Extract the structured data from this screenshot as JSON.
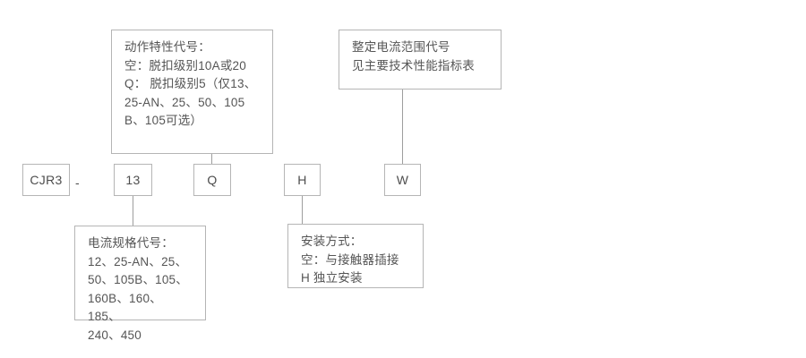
{
  "diagram": {
    "title_code": "CJR3-13QHW",
    "separator": "-",
    "code_boxes": [
      {
        "name": "series",
        "text": "CJR3"
      },
      {
        "name": "current-spec",
        "text": "13"
      },
      {
        "name": "action-characteristic",
        "text": "Q"
      },
      {
        "name": "mounting-type",
        "text": "H"
      },
      {
        "name": "setting-current-range",
        "text": "W"
      }
    ],
    "callouts": [
      {
        "name": "action-characteristic-callout",
        "lines": [
          "动作特性代号：",
          "空：脱扣级别10A或20",
          "Q： 脱扣级别5（仅13、",
          "25-AN、25、50、105",
          "B、105可选）"
        ]
      },
      {
        "name": "setting-current-range-callout",
        "lines": [
          "整定电流范围代号",
          "见主要技术性能指标表"
        ]
      },
      {
        "name": "current-spec-callout",
        "lines": [
          "电流规格代号：",
          "12、25-AN、25、",
          "50、105B、105、",
          "160B、160、185、",
          "240、450"
        ]
      },
      {
        "name": "mounting-type-callout",
        "lines": [
          "安装方式：",
          "空：与接触器插接",
          "H   独立安装"
        ]
      }
    ]
  },
  "colors": {
    "border": "#b5b5b5",
    "line": "#9e9e9e",
    "text": "#555555",
    "background": "#ffffff"
  }
}
